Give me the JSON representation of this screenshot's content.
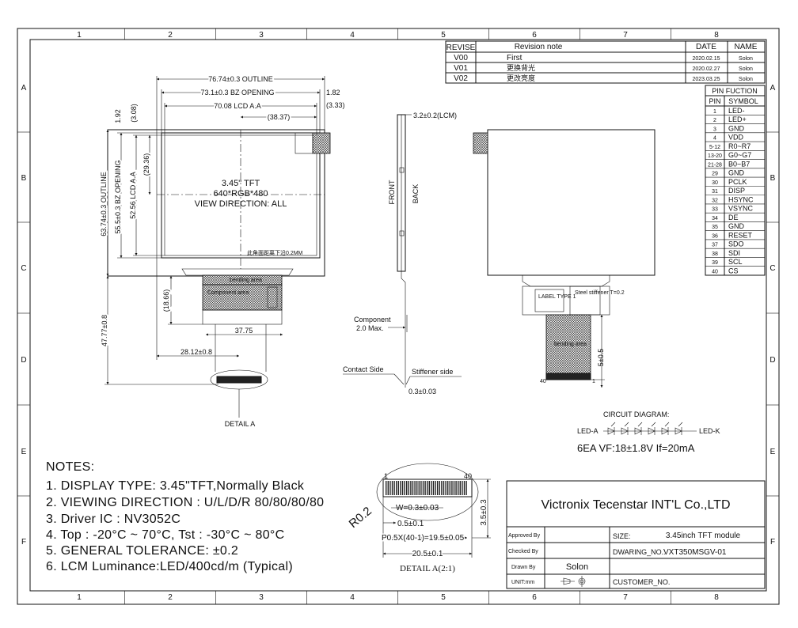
{
  "grid_cols": [
    "1",
    "2",
    "3",
    "4",
    "5",
    "6",
    "7",
    "8"
  ],
  "grid_rows": [
    "A",
    "B",
    "C",
    "D",
    "E",
    "F"
  ],
  "revision": {
    "headers": [
      "REVISE",
      "Revision note",
      "DATE",
      "NAME"
    ],
    "rows": [
      [
        "V00",
        "First",
        "2020.02.15",
        "Solon"
      ],
      [
        "V01",
        "更换背光",
        "2020.02.27",
        "Solon"
      ],
      [
        "V02",
        "更改亮度",
        "2023.03.25",
        "Solon"
      ]
    ]
  },
  "pins": {
    "title": "PIN FUCTION",
    "headers": [
      "PIN",
      "SYMBOL"
    ],
    "rows": [
      [
        "1",
        "LED-"
      ],
      [
        "2",
        "LED+"
      ],
      [
        "3",
        "GND"
      ],
      [
        "4",
        "VDD"
      ],
      [
        "5-12",
        "R0~R7"
      ],
      [
        "13-20",
        "G0~G7"
      ],
      [
        "21-28",
        "B0~B7"
      ],
      [
        "29",
        "GND"
      ],
      [
        "30",
        "PCLK"
      ],
      [
        "31",
        "DISP"
      ],
      [
        "32",
        "HSYNC"
      ],
      [
        "33",
        "VSYNC"
      ],
      [
        "34",
        "DE"
      ],
      [
        "35",
        "GND"
      ],
      [
        "36",
        "RESET"
      ],
      [
        "37",
        "SDO"
      ],
      [
        "38",
        "SDI"
      ],
      [
        "39",
        "SCL"
      ],
      [
        "40",
        "CS"
      ]
    ]
  },
  "front": {
    "dims": {
      "outline_w": "76.74±0.3 OUTLINE",
      "bz_w": "73.1±0.3 BZ OPENING",
      "aa_w": "70.08 LCD A.A",
      "d3837": "(38.37)",
      "d182": "1.82",
      "d333": "(3.33)",
      "d192": "1.92",
      "d308": "(3.08)",
      "d2936": "(29.36)",
      "outline_h": "63.74±0.3 OUTLINE",
      "bz_h": "55.5±0.3 BZ OPENING",
      "aa_h": "52.56 LCD A.A",
      "d1866": "(18.66)",
      "d4777": "47.77±0.8",
      "d3775": "37.75",
      "d2812": "28.12±0.8"
    },
    "center_lines": [
      "3.45\" TFT",
      "640*RGB*480",
      "VIEW DIRECTION: ALL"
    ],
    "bending_label": "bending area",
    "component_label": "Component area",
    "bend_note": "此角面距离下沿0.2MM",
    "detail": "DETAIL A"
  },
  "side": {
    "lcm_thk": "3.2±0.2(LCM)",
    "front": "FRONT",
    "back": "BACK",
    "component": "Component",
    "comp_max": "2.0 Max.",
    "contact": "Contact Side",
    "stiffener": "Stiffener side",
    "fpc_thk": "0.3±0.03"
  },
  "back": {
    "label": "LABEL TYPE 1",
    "steel": "Steel stiffener T=0.2",
    "bending": "bending area",
    "dim": "5±0.5",
    "pin1": "1",
    "pin40": "40"
  },
  "circuit": {
    "title": "CIRCUIT DIAGRAM:",
    "led_a": "LED-A",
    "led_k": "LED-K",
    "spec": "6EA    VF:18±1.8V  If=20mA"
  },
  "notes": {
    "title": "NOTES:",
    "items": [
      "1. DISPLAY TYPE: 3.45\"TFT,Normally Black",
      "2. VIEWING DIRECTION : U/L/D/R 80/80/80/80",
      "3. Driver IC :  NV3052C",
      "4. Top : -20°C ~ 70°C, Tst : -30°C ~ 80°C",
      "5. GENERAL TOLERANCE: ±0.2",
      "6. LCM Luminance:LED/400cd/m (Typical)"
    ]
  },
  "detail_a": {
    "pin1": "1",
    "pin40": "40",
    "w": "W=0.3±0.03",
    "r": "R0.2",
    "d05": "0.5±0.1",
    "pitch": "P0.5X(40-1)=19.5±0.05",
    "width": "20.5±0.1",
    "h": "3.5±0.3",
    "caption": "DETAIL A(2:1)"
  },
  "title_block": {
    "company": "Victronix Tecenstar INT'L Co.,LTD",
    "approved_by": "Approved By",
    "checked_by": "Checked By",
    "drawn_by": "Drawn By",
    "drawn_name": "Solon",
    "unit": "UNIT:mm",
    "size_label": "SIZE:",
    "size_val": "3.45inch  TFT module",
    "dwg_label": "DWARING_NO.:",
    "dwg_val": "VXT350MSGV-01",
    "customer": "CUSTOMER_NO."
  }
}
